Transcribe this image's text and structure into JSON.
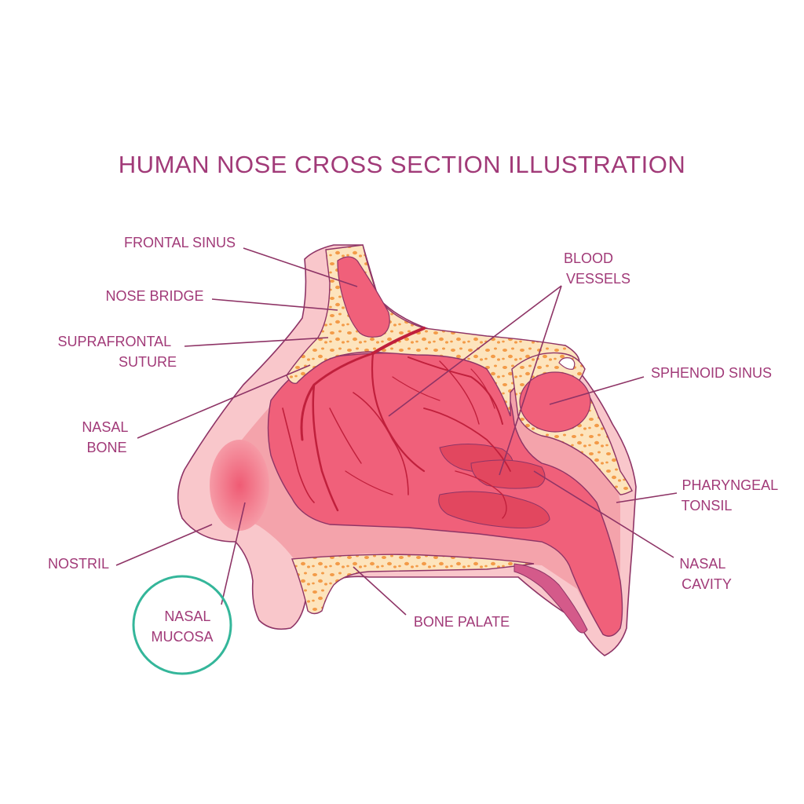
{
  "title": "HUMAN NOSE CROSS SECTION ILLUSTRATION",
  "labels": {
    "frontal_sinus": "FRONTAL SINUS",
    "nose_bridge": "NOSE BRIDGE",
    "suprafrontal_suture": [
      "SUPRAFRONTAL",
      "SUTURE"
    ],
    "nasal_bone": [
      "NASAL",
      "BONE"
    ],
    "nostril": "NOSTRIL",
    "nasal_mucosa": [
      "NASAL",
      "MUCOSA"
    ],
    "blood_vessels": [
      "BLOOD",
      "VESSELS"
    ],
    "sphenoid_sinus": "SPHENOID SINUS",
    "pharyngeal_tonsil": [
      "PHARYNGEAL",
      "TONSIL"
    ],
    "nasal_cavity": [
      "NASAL",
      "CAVITY"
    ],
    "bone_palate": "BONE PALATE"
  },
  "colors": {
    "title": "#a13a78",
    "label": "#a13a78",
    "outline": "#8e3466",
    "skin_light": "#f9c7cb",
    "skin_mid": "#f4a3ab",
    "cavity": "#f0607a",
    "cavity_dark": "#e2475f",
    "bone": "#fde4bd",
    "bone_spots": "#f39b48",
    "vessel": "#c0203c",
    "highlight_circle": "#34b69a"
  }
}
